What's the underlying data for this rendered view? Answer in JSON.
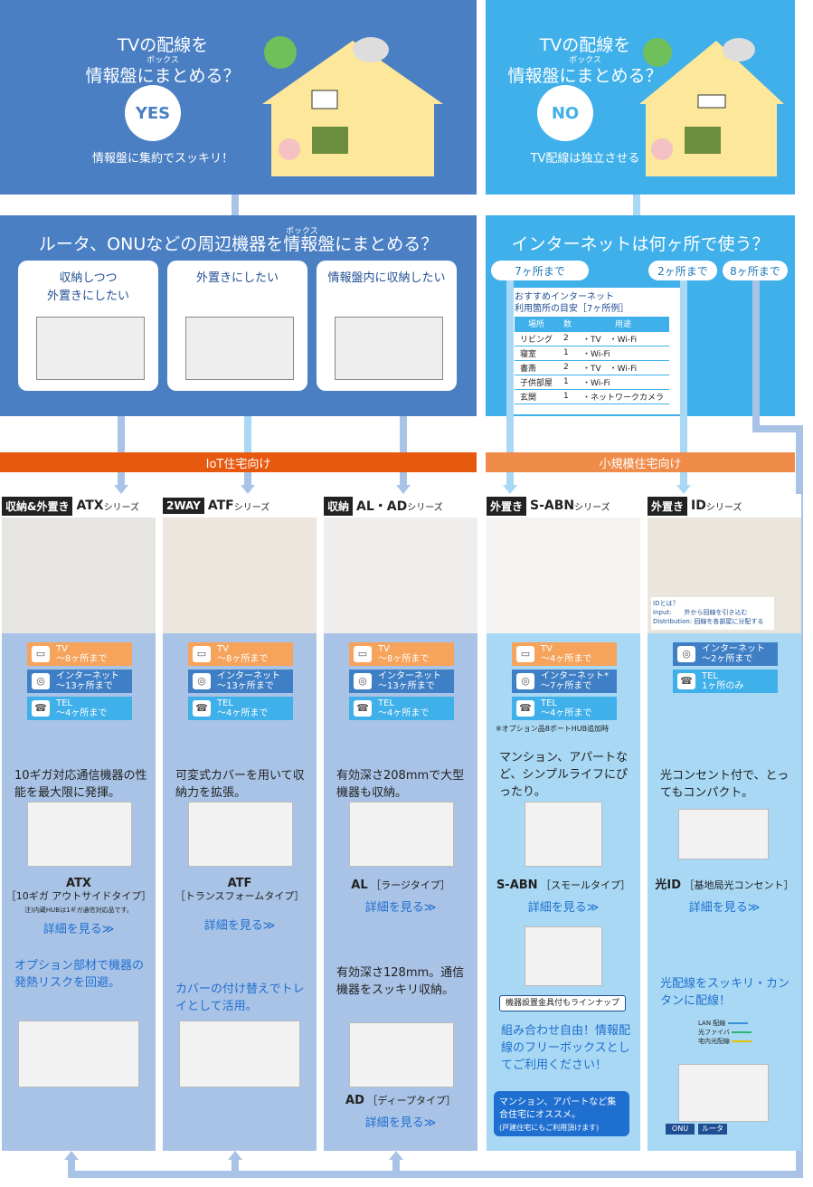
{
  "yes_panel": {
    "q1": "TVの配線を",
    "ruby": "ボックス",
    "q2": "情報盤にまとめる？",
    "badge": "YES",
    "sub": "情報盤に集約でスッキリ！"
  },
  "no_panel": {
    "q1": "TVの配線を",
    "ruby": "ボックス",
    "q2": "情報盤にまとめる？",
    "badge": "NO",
    "sub": "TV配線は独立させる"
  },
  "router_panel": {
    "ruby": "ボックス",
    "title": "ルータ、ONUなどの周辺機器を情報盤にまとめる？",
    "cards": [
      "収納しつつ\n外置きにしたい",
      "外置きにしたい",
      "情報盤内に収納したい"
    ]
  },
  "internet_panel": {
    "title": "インターネットは何ヶ所で使う？",
    "pills": [
      "7ヶ所まで",
      "2ヶ所まで",
      "8ヶ所まで"
    ],
    "rec_title": "おすすめインターネット\n利用箇所の目安［7ヶ所例］",
    "headers": [
      "場所",
      "数",
      "用途"
    ],
    "rows": [
      [
        "リビング",
        "2",
        "・TV　・Wi-Fi"
      ],
      [
        "寝室",
        "1",
        "・Wi-Fi"
      ],
      [
        "書斎",
        "2",
        "・TV　・Wi-Fi"
      ],
      [
        "子供部屋",
        "1",
        "・Wi-Fi"
      ],
      [
        "玄関",
        "1",
        "・ネットワークカメラ"
      ]
    ]
  },
  "bars": {
    "iot": "IoT住宅向け",
    "small": "小規模住宅向け"
  },
  "columns": [
    {
      "tag": "収納&外置き",
      "name": "ATX",
      "suffix": "シリーズ",
      "specs": [
        [
          "TV",
          "～8ヶ所まで"
        ],
        [
          "インターネット",
          "～13ヶ所まで"
        ],
        [
          "TEL",
          "～4ヶ所まで"
        ]
      ],
      "text1": "10ギガ対応通信機器の性能を最大限に発揮。",
      "pname": "ATX",
      "ptype": "［10ギガ アウトサイドタイプ］",
      "pnote": "注)内蔵HUBは1ギガ通信対応品です。",
      "more": "詳細を見る≫",
      "text2": "オプション部材で機器の発熱リスクを回避。"
    },
    {
      "tag": "2WAY",
      "name": "ATF",
      "suffix": "シリーズ",
      "specs": [
        [
          "TV",
          "～8ヶ所まで"
        ],
        [
          "インターネット",
          "～13ヶ所まで"
        ],
        [
          "TEL",
          "～4ヶ所まで"
        ]
      ],
      "text1": "可変式カバーを用いて収納力を拡張。",
      "pname": "ATF",
      "ptype": "［トランスフォームタイプ］",
      "more": "詳細を見る≫",
      "text2": "カバーの付け替えでトレイとして活用。"
    },
    {
      "tag": "収納",
      "name": "AL・AD",
      "suffix": "シリーズ",
      "specs": [
        [
          "TV",
          "～8ヶ所まで"
        ],
        [
          "インターネット",
          "～13ヶ所まで"
        ],
        [
          "TEL",
          "～4ヶ所まで"
        ]
      ],
      "text1": "有効深さ208mmで大型機器も収納。",
      "pname": "AL",
      "ptype": "［ラージタイプ］",
      "more": "詳細を見る≫",
      "text2": "有効深さ128mm。通信機器をスッキリ収納。",
      "pname2": "AD",
      "ptype2": "［ディープタイプ］",
      "more2": "詳細を見る≫"
    },
    {
      "tag": "外置き",
      "name": "S-ABN",
      "suffix": "シリーズ",
      "specs": [
        [
          "TV",
          "～4ヶ所まで"
        ],
        [
          "インターネット*",
          "～7ヶ所まで"
        ],
        [
          "TEL",
          "～4ヶ所まで"
        ]
      ],
      "note": "※オプション品8ポートHUB追加時",
      "text1": "マンション、アパートなど、シンプルライフにぴったり。",
      "pname": "S-ABN",
      "ptype": "［スモールタイプ］",
      "more": "詳細を見る≫",
      "callout": "機器設置金具付もラインナップ",
      "text2": "組み合わせ自由！情報配線のフリーボックスとしてご利用ください！",
      "box": "マンション、アパートなど集合住宅にオススメ。",
      "box_sub": "(戸建住宅にもご利用頂けます)"
    },
    {
      "tag": "外置き",
      "name": "ID",
      "suffix": "シリーズ",
      "specs": [
        [
          "インターネット",
          "～2ヶ所まで"
        ],
        [
          "TEL",
          "1ヶ所のみ"
        ]
      ],
      "id_title": "IDとは？",
      "id_l1": "Input:　　外から回線を引き込む",
      "id_l2": "Distribution: 回線を各部屋に分配する",
      "text1": "光コンセント付で、とってもコンパクト。",
      "pname": "光ID",
      "ptype": "［基地局光コンセント］",
      "more": "詳細を見る≫",
      "text2": "光配線をスッキリ・カンタンに配線！",
      "legend": [
        "LAN 配線",
        "光ファイバ",
        "宅内光配線"
      ],
      "legend_colors": [
        "#3a8fd8",
        "#2bb673",
        "#e8c200"
      ],
      "labels": [
        "ONU",
        "ルータ"
      ]
    }
  ]
}
